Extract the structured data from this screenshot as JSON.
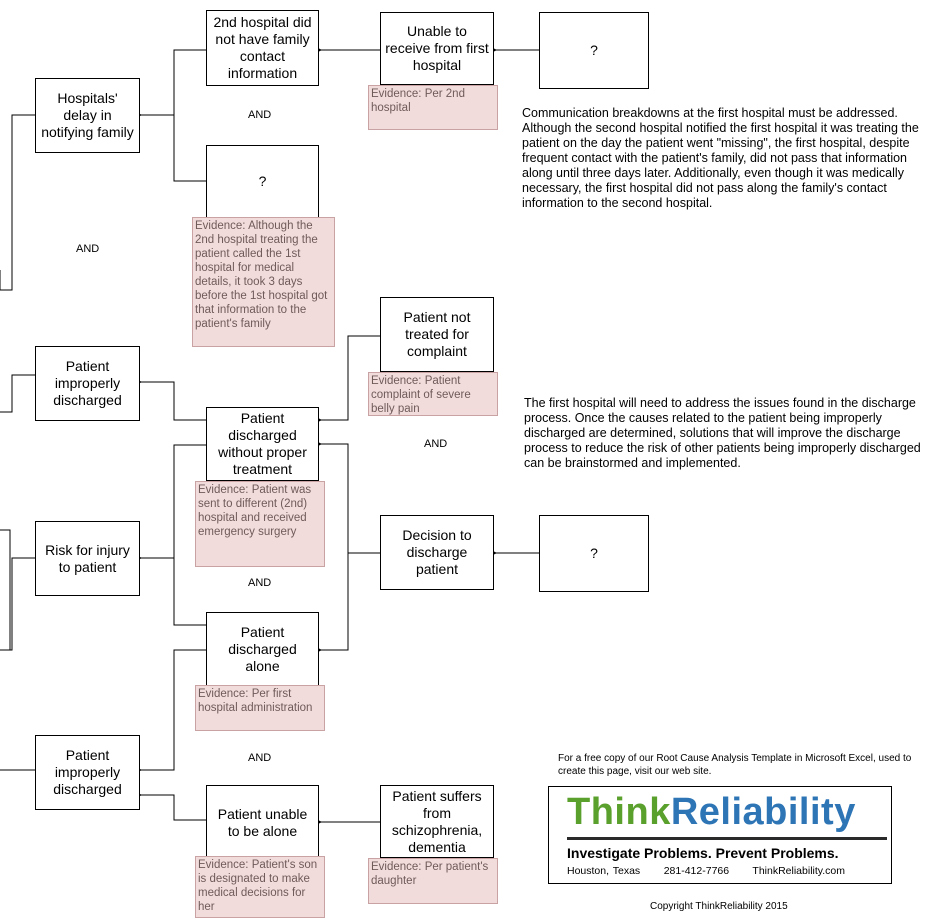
{
  "nodes": {
    "hospitals_delay": "Hospitals' delay in notifying family",
    "no_contact_info": "2nd hospital did not have family contact information",
    "unable_to_receive": "Unable to receive from first hospital",
    "unknown_1": "?",
    "unknown_2": "?",
    "patient_improperly_discharged_1": "Patient improperly discharged",
    "patient_not_treated": "Patient not treated for complaint",
    "discharged_without_treatment": "Patient discharged without proper treatment",
    "risk_for_injury": "Risk for injury to patient",
    "decision_to_discharge": "Decision to discharge patient",
    "unknown_3": "?",
    "patient_discharged_alone": "Patient discharged alone",
    "patient_improperly_discharged_2": "Patient improperly discharged",
    "patient_unable_alone": "Patient unable to be alone",
    "patient_suffers": "Patient suffers from schizophrenia, dementia"
  },
  "evidence": {
    "per_2nd_hospital": "Evidence: Per 2nd hospital",
    "took_3_days": "Evidence: Although the 2nd hospital treating the patient called the 1st hospital for medical details, it took 3 days before the 1st hospital got that information to the patient's family",
    "severe_belly_pain": "Evidence: Patient complaint of severe belly pain",
    "emergency_surgery": "Evidence: Patient was sent to different (2nd) hospital and received emergency surgery",
    "per_first_admin": "Evidence: Per first hospital administration",
    "son_designated": "Evidence: Patient's son is designated to make medical decisions for her",
    "per_daughter": "Evidence: Per patient's daughter"
  },
  "and_label": "AND",
  "notes": {
    "communication": "Communication breakdowns at the first hospital must be addressed. Although the second hospital notified the first hospital it was treating the patient on the day the patient went \"missing\", the first hospital, despite frequent contact with the patient's family, did not pass that information along until three days later.  Additionally, even though it was medically necessary, the first hospital did not pass along the family's contact information to the second hospital.",
    "discharge": "The first hospital will need to address the issues found in the discharge process.  Once the causes related to the patient being improperly discharged are determined, solutions that will improve the discharge process to reduce the risk of other patients being improperly discharged can be brainstormed and implemented."
  },
  "template_note": "For a free copy of our Root Cause Analysis Template in Microsoft Excel, used to create this page, visit our web site.",
  "logo": {
    "think": "Think",
    "reliability": "Reliability",
    "tagline": "Investigate Problems. Prevent Problems.",
    "city": "Houston, Texas",
    "phone": "281-412-7766",
    "site": "ThinkReliability.com",
    "color_think": "#5aa02c",
    "color_reliability": "#2e75b6"
  },
  "copyright": "Copyright ThinkReliability 2015"
}
